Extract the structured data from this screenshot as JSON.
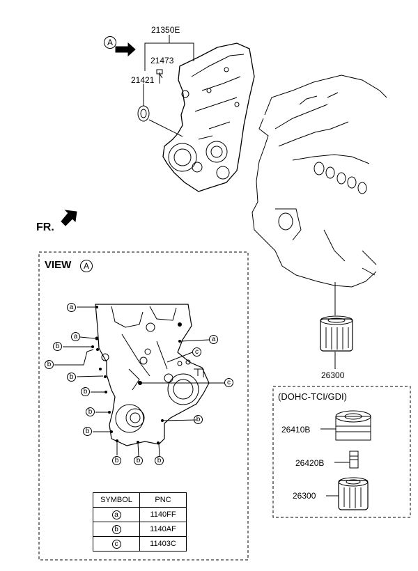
{
  "top_assembly": {
    "ref_circle": "A",
    "parts": {
      "cover": "21350E",
      "bolt_a": "21473",
      "seal": "21421"
    }
  },
  "front_indicator": "FR.",
  "view": {
    "title": "VIEW",
    "circle": "A",
    "callouts": [
      "a",
      "b",
      "c"
    ]
  },
  "symbol_table": {
    "headers": [
      "SYMBOL",
      "PNC"
    ],
    "rows": [
      {
        "symbol": "a",
        "pnc": "1140FF"
      },
      {
        "symbol": "b",
        "pnc": "1140AF"
      },
      {
        "symbol": "c",
        "pnc": "11403C"
      }
    ]
  },
  "oil_filter": "26300",
  "variant": {
    "title": "(DOHC-TCI/GDI)",
    "parts": [
      "26410B",
      "26420B",
      "26300"
    ]
  }
}
